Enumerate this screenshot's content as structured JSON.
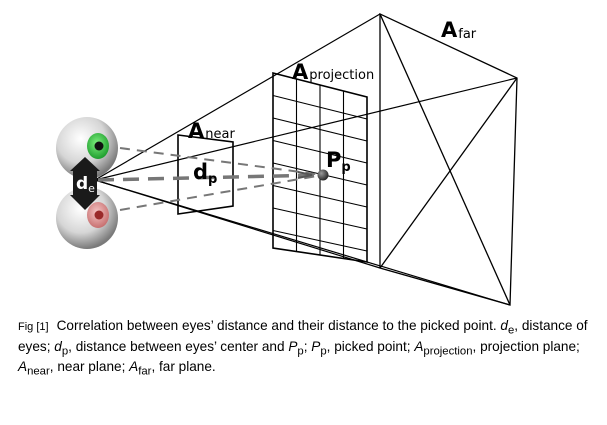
{
  "labels": {
    "far": {
      "main": "A",
      "sub": "far"
    },
    "projection": {
      "main": "A",
      "sub": "projection"
    },
    "near": {
      "main": "A",
      "sub": "near"
    },
    "point": {
      "main": "P",
      "sub": "p"
    },
    "dp": {
      "main": "d",
      "sub": "p"
    },
    "de": {
      "main": "d",
      "sub": "e"
    }
  },
  "caption": {
    "fig": "Fig [1]",
    "t1": "Correlation between eyes’ distance and their distance to the picked point. ",
    "de_main": "d",
    "de_sub": "e",
    "t2": ", distance of eyes; ",
    "dp_main": "d",
    "dp_sub": "p",
    "t3": ", distance between eyes’ center and ",
    "pp1_main": "P",
    "pp1_sub": "p",
    "t4": "; ",
    "pp2_main": "P",
    "pp2_sub": "p",
    "t5": ", picked point; ",
    "ap_main": "A",
    "ap_sub": "projection",
    "t6": ", projection plane; ",
    "an_main": "A",
    "an_sub": "near",
    "t7": ", near plane; ",
    "af_main": "A",
    "af_sub": "far",
    "t8": ", far plane."
  },
  "colors": {
    "top_eye_iris": "#1f9e2e",
    "bottom_eye_iris": "#d88c8c",
    "lines": "#000000",
    "dash": "#777777"
  }
}
